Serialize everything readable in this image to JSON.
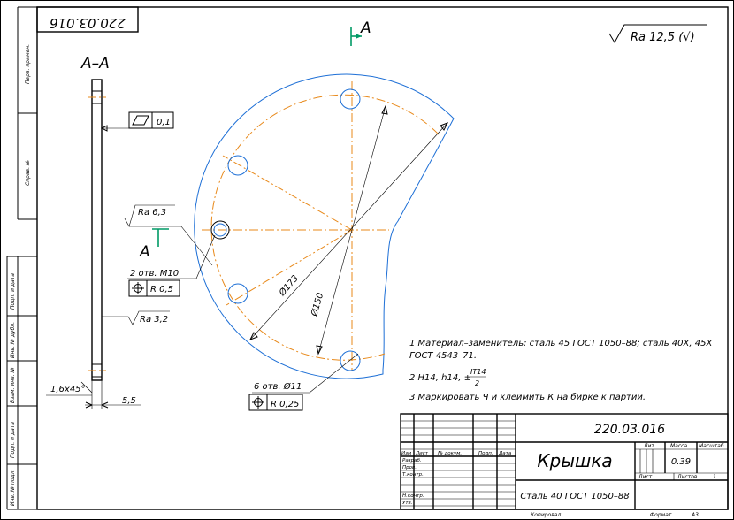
{
  "drawing": {
    "mirrored_code": "220.03.016",
    "side_labels": [
      "Перв. примен.",
      "Справ. №",
      "Подп. и дата",
      "Инв. № дубл.",
      "Взам. инв. №",
      "Подп. и дата",
      "Инв. № подл."
    ],
    "section_label": "А–А",
    "view_letter_top": "А",
    "view_letter_left": "А",
    "roughness_general": "Ra 12,5 (√)",
    "flatness_value": "0,1",
    "roughness_face": "Ra 6,3",
    "roughness_side": "Ra 3,2",
    "holes_m10_label": "2 отв. М10",
    "holes_m10_position": "R 0,5",
    "holes_11_label": "6 отв. Ø11",
    "holes_11_position": "R 0,25",
    "chamfer_label": "1,6х45°",
    "width_dim": "5,5",
    "dia_outer": "Ø173",
    "dia_bolt": "Ø150",
    "notes": [
      "1  Материал–заменитель: сталь 45 ГОСТ 1050–88; сталь 40Х, 45Х",
      "ГОСТ 4543–71.",
      "2  Н14, h14, ±",
      "3  Маркировать Ч и клеймить К на бирке к партии."
    ],
    "tolerance_fraction_num": "IT14",
    "tolerance_fraction_den": "2",
    "title_block": {
      "code": "220.03.016",
      "name": "Крышка",
      "material": "Сталь 40 ГОСТ 1050–88",
      "col_headers": [
        "Изм",
        "Лист",
        "№ докум.",
        "Подп.",
        "Дата"
      ],
      "rows": [
        "Разраб.",
        "Пров.",
        "Т.контр.",
        "",
        "Н.контр.",
        "Утв."
      ],
      "lit_label": "Лит",
      "mass_label": "Масса",
      "scale_label": "Масштаб",
      "mass_value": "0.39",
      "sheet_label": "Лист",
      "sheets_label": "Листов",
      "sheets_value": "1",
      "copied_label": "Копировал",
      "format_label": "Формат",
      "format_value": "А3"
    }
  }
}
